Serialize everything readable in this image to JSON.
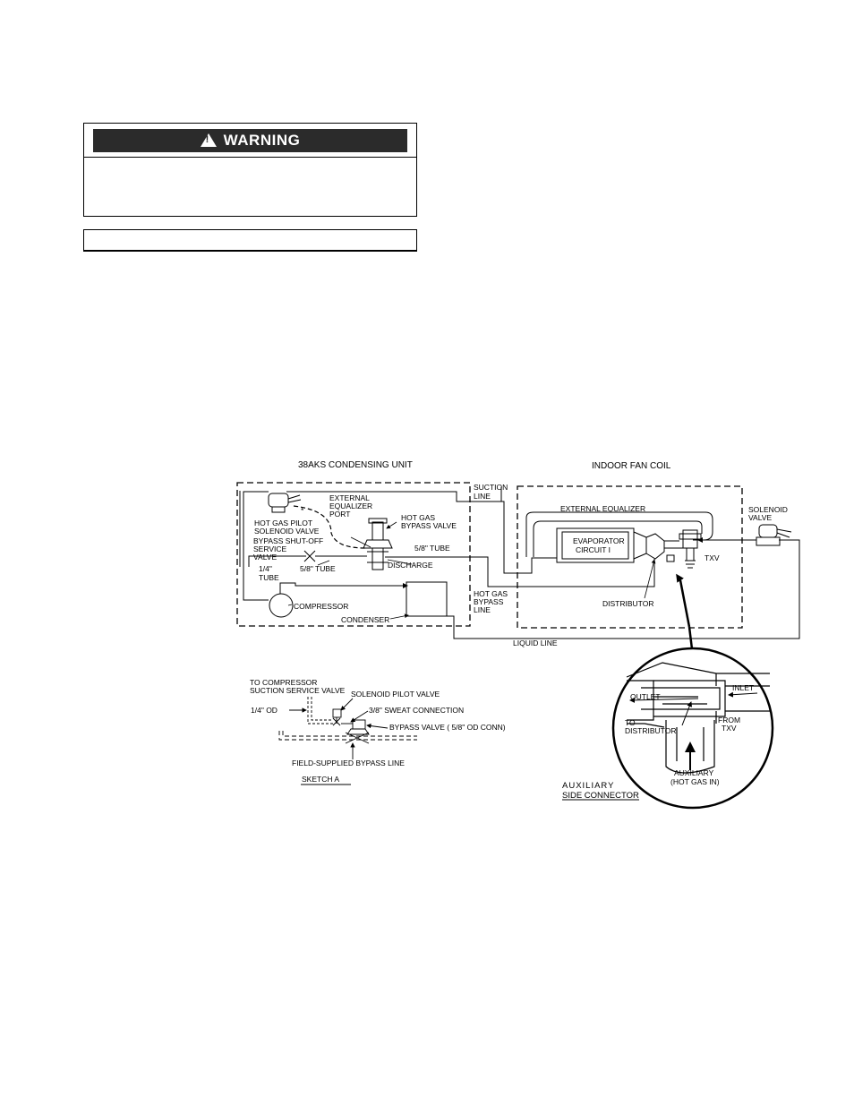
{
  "warning": {
    "icon": "warning-triangle-icon",
    "label": "WARNING"
  },
  "diagram": {
    "condensing_unit_title": "38AKS CONDENSING UNIT",
    "fan_coil_title": "INDOOR FAN COIL",
    "labels": {
      "suction": "SUCTION",
      "line": "LINE",
      "external_equalizer": "EXTERNAL EQUALIZER",
      "solenoid": "SOLENOID",
      "valve": "VALVE",
      "ext_eq_port_1": "EXTERNAL",
      "ext_eq_port_2": "EQUALIZER",
      "ext_eq_port_3": "PORT",
      "hot_gas_bypass_valve_1": "HOT GAS",
      "hot_gas_bypass_valve_2": "BYPASS VALVE",
      "hot_gas_pilot_1": "HOT GAS PILOT",
      "hot_gas_pilot_2": "SOLENOID VALVE",
      "bypass_shutoff_1": "BYPASS SHUT-OFF",
      "bypass_shutoff_2": "SERVICE",
      "bypass_shutoff_3": "VALVE",
      "tube_14_1": "1/4\"",
      "tube_14_2": "TUBE",
      "tube_58_a": "5/8\" TUBE",
      "tube_58_b": "5/8\" TUBE",
      "discharge": "DISCHARGE",
      "compressor": "COMPRESSOR",
      "condenser": "CONDENSER",
      "hot_gas_bypass_line_1": "HOT GAS",
      "hot_gas_bypass_line_2": "BYPASS",
      "hot_gas_bypass_line_3": "LINE",
      "evaporator_1": "EVAPORATOR",
      "evaporator_2": "CIRCUIT I",
      "txv": "TXV",
      "distributor": "DISTRIBUTOR",
      "liquid_line": "LIQUID LINE",
      "asterisk": "*"
    },
    "sketch_a": {
      "to_comp_1": "TO COMPRESSOR",
      "to_comp_2": "SUCTION SERVICE VALVE",
      "solenoid_pilot": "SOLENOID PILOT VALVE",
      "od_14": "1/4\" OD",
      "sweat": "3/8\" SWEAT CONNECTION",
      "bypass_valve": "BYPASS VALVE ( 5/8\" OD CONN)",
      "field_supplied": "FIELD-SUPPLIED BYPASS LINE",
      "title": "SKETCH A"
    },
    "connector": {
      "outlet": "OUTLET",
      "inlet": "INLET",
      "to_1": "TO",
      "to_2": "DISTRIBUTOR",
      "from_1": "FROM",
      "from_2": "TXV",
      "aux_1": "AUXILIARY",
      "aux_2": "(HOT GAS IN)",
      "title_1": "AUXILIARY",
      "title_2": "SIDE CONNECTOR"
    }
  }
}
